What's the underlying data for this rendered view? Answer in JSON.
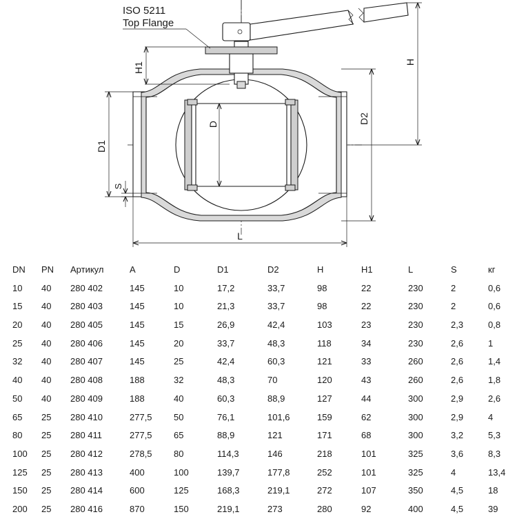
{
  "drawing": {
    "flange_label_line1": "ISO 5211",
    "flange_label_line2": "Top Flange",
    "dims": {
      "h1": "H1",
      "h": "H",
      "d": "D",
      "d1": "D1",
      "d2": "D2",
      "s": "S",
      "l": "L"
    }
  },
  "table": {
    "headers": [
      "DN",
      "PN",
      "Артикул",
      "A",
      "D",
      "D1",
      "D2",
      "H",
      "H1",
      "L",
      "S",
      "кг"
    ],
    "rows": [
      [
        "10",
        "40",
        "280 402",
        "145",
        "10",
        "17,2",
        "33,7",
        "98",
        "22",
        "230",
        "2",
        "0,6"
      ],
      [
        "15",
        "40",
        "280 403",
        "145",
        "10",
        "21,3",
        "33,7",
        "98",
        "22",
        "230",
        "2",
        "0,6"
      ],
      [
        "20",
        "40",
        "280 405",
        "145",
        "15",
        "26,9",
        "42,4",
        "103",
        "23",
        "230",
        "2,3",
        "0,8"
      ],
      [
        "25",
        "40",
        "280 406",
        "145",
        "20",
        "33,7",
        "48,3",
        "118",
        "34",
        "230",
        "2,6",
        "1"
      ],
      [
        "32",
        "40",
        "280 407",
        "145",
        "25",
        "42,4",
        "60,3",
        "121",
        "33",
        "260",
        "2,6",
        "1,4"
      ],
      [
        "40",
        "40",
        "280 408",
        "188",
        "32",
        "48,3",
        "70",
        "120",
        "43",
        "260",
        "2,6",
        "1,8"
      ],
      [
        "50",
        "40",
        "280 409",
        "188",
        "40",
        "60,3",
        "88,9",
        "127",
        "44",
        "300",
        "2,9",
        "2,6"
      ],
      [
        "65",
        "25",
        "280 410",
        "277,5",
        "50",
        "76,1",
        "101,6",
        "159",
        "62",
        "300",
        "2,9",
        "4"
      ],
      [
        "80",
        "25",
        "280 411",
        "277,5",
        "65",
        "88,9",
        "121",
        "171",
        "68",
        "300",
        "3,2",
        "5,3"
      ],
      [
        "100",
        "25",
        "280 412",
        "278,5",
        "80",
        "114,3",
        "146",
        "218",
        "101",
        "325",
        "3,6",
        "8,3"
      ],
      [
        "125",
        "25",
        "280 413",
        "400",
        "100",
        "139,7",
        "177,8",
        "252",
        "101",
        "325",
        "4",
        "13,4"
      ],
      [
        "150",
        "25",
        "280 414",
        "600",
        "125",
        "168,3",
        "219,1",
        "272",
        "107",
        "350",
        "4,5",
        "18"
      ],
      [
        "200",
        "25",
        "280 416",
        "870",
        "150",
        "219,1",
        "273",
        "280",
        "92",
        "400",
        "4,5",
        "39"
      ]
    ]
  }
}
